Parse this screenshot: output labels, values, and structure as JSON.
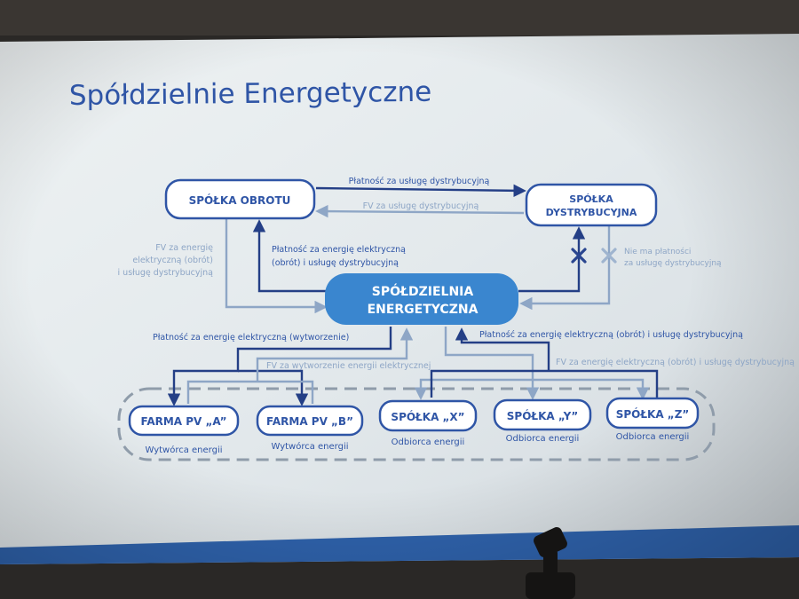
{
  "slide": {
    "title": "Spółdzielnie Energetyczne"
  },
  "nodes": {
    "obrotu": "SPÓŁKA OBROTU",
    "dystr_1": "SPÓŁKA",
    "dystr_2": "DYSTRYBUCYJNA",
    "coop_1": "SPÓŁDZIELNIA",
    "coop_2": "ENERGETYCZNA",
    "farma_a": "FARMA PV „A”",
    "farma_b": "FARMA PV „B”",
    "spolka_x": "SPÓŁKA „X”",
    "spolka_y": "SPÓŁKA „Y”",
    "spolka_z": "SPÓŁKA „Z”"
  },
  "roles": {
    "producer": "Wytwórca energii",
    "consumer": "Odbiorca energii"
  },
  "labels": {
    "top_payment": "Płatność za usługę dystrybucyjną",
    "top_invoice": "FV za usługę dystrybucyjną",
    "left_inv_1": "FV za energię",
    "left_inv_2": "elektryczną (obrót)",
    "left_inv_3": "i usługę dystrybucyjną",
    "mid_pay_1": "Płatność za energię elektryczną",
    "mid_pay_2": "(obrót) i usługę dystrybucyjną",
    "right_note_1": "Nie ma płatności",
    "right_note_2": "za usługę dystrybucyjną",
    "pay_generation": "Płatność za energię elektryczną (wytworzenie)",
    "inv_generation": "FV za wytworzenie energii elektrycznej",
    "pay_consumption": "Płatność za energię elektryczną (obrót) i usługę dystrybucyjną",
    "inv_consumption": "FV za energię elektryczną (obrót) i usługę dystrybucyjną"
  },
  "colors": {
    "primary": "#2f55a6",
    "dark_line": "#243f86",
    "light_line": "#8ea6c6",
    "cross_dark": "#2a4690",
    "cross_light": "#9fb4cf",
    "dash": "#8f9caa",
    "coop_fill": "#3a86cf",
    "slide_bg": "#e6ebee",
    "footer_band": "#2f63ad"
  },
  "icons": {
    "blocked_dark": "x-cross-icon",
    "blocked_light": "x-cross-icon"
  }
}
